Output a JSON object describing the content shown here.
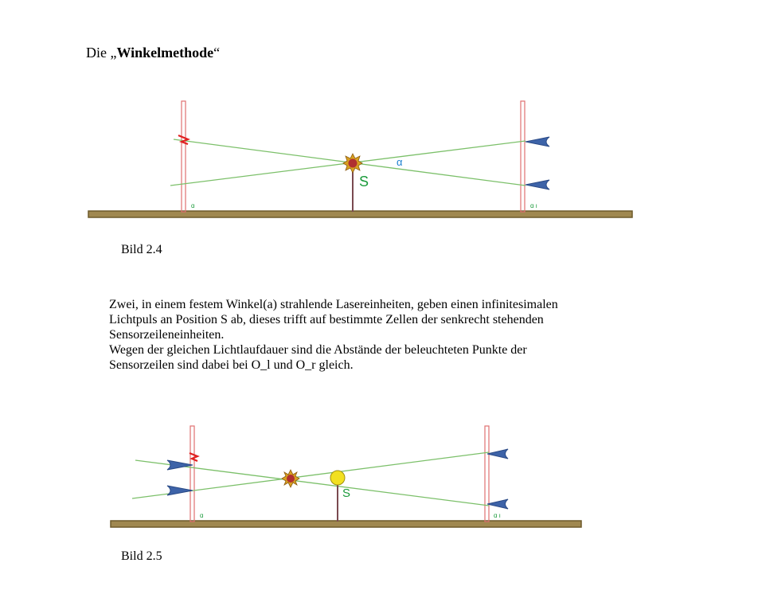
{
  "heading": {
    "prefix": "Die „",
    "bold": "Winkelmethode",
    "suffix": "“"
  },
  "figure1": {
    "caption": "Bild 2.4",
    "label_s": "S",
    "label_angle": "α",
    "label_o_left": "ɑ",
    "label_o_right": "ɑ ı"
  },
  "paragraph": {
    "lines": [
      "Zwei, in einem festem Winkel(a) strahlende Lasereinheiten, geben einen infinitesimalen",
      "Lichtpuls an Position S ab, dieses trifft auf bestimmte Zellen der senkrecht stehenden",
      "Sensorzeileneinheiten.",
      "Wegen der gleichen Lichtlaufdauer sind die Abstände der beleuchteten Punkte der",
      "Sensorzeilen sind dabei bei O_l und O_r gleich."
    ]
  },
  "figure2": {
    "caption": "Bild 2.5",
    "label_s": "S",
    "label_o_left": "ɑ",
    "label_o_right": "ɑ ı"
  },
  "colors": {
    "ground_fill": "#a08850",
    "ground_stroke": "#6e5a2a",
    "sensor_bar": "#e07070",
    "beam": "#7cc06a",
    "emitter": "#3d63a8",
    "s_label": "#1a9a3a",
    "angle_label": "#1a7fd0",
    "sun": "#d8a020",
    "ball": "#f2e020"
  }
}
